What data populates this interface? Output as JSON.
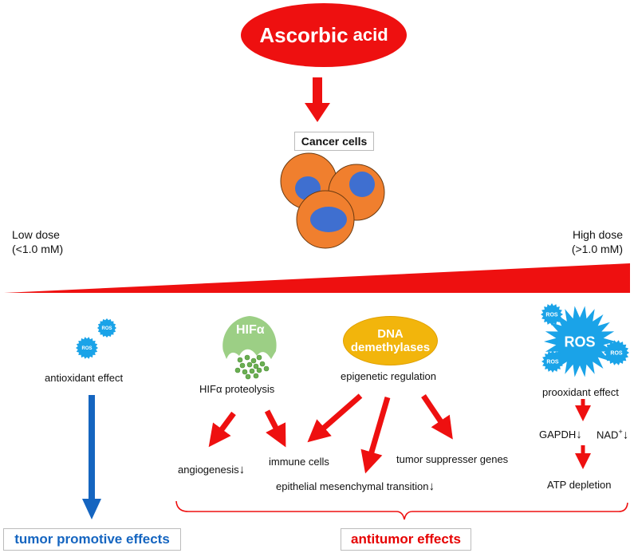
{
  "title": {
    "main": "Ascorbic",
    "sub": "acid"
  },
  "cancer_cells_label": "Cancer cells",
  "dose": {
    "low_label": "Low dose",
    "low_range": "(<1.0 mM)",
    "high_label": "High dose",
    "high_range": "(>1.0 mM)"
  },
  "low_dose": {
    "ros_badge": "ROS",
    "effect": "antioxidant effect",
    "outcome": "tumor promotive effects"
  },
  "hif": {
    "shape_label": "HIFα",
    "effect": "HIFα proteolysis"
  },
  "dna": {
    "line1": "DNA",
    "line2": "demethylases",
    "effect": "epigenetic regulation"
  },
  "high_dose": {
    "ros_main": "ROS",
    "ros_small": "ROS",
    "effect": "prooxidant effect",
    "gapdh": "GAPDH",
    "nad": "NAD",
    "nad_sup": "+",
    "atp": "ATP depletion"
  },
  "outcomes": {
    "angiogenesis": "angiogenesis",
    "immune_cells": "immune cells",
    "tumor_suppressor": "tumor suppresser genes",
    "emt": "epithelial mesenchymal transition",
    "down_arrow": "↓"
  },
  "antitumor_label": "antitumor effects",
  "colors": {
    "red": "#ee1010",
    "blue_arrow": "#1565c0",
    "ros_blue": "#1aa3e8",
    "cell_orange": "#f07f2e",
    "nucleus_blue": "#3f6fd0",
    "hif_green": "#9ccf85",
    "dna_yellow": "#f2b50c"
  }
}
